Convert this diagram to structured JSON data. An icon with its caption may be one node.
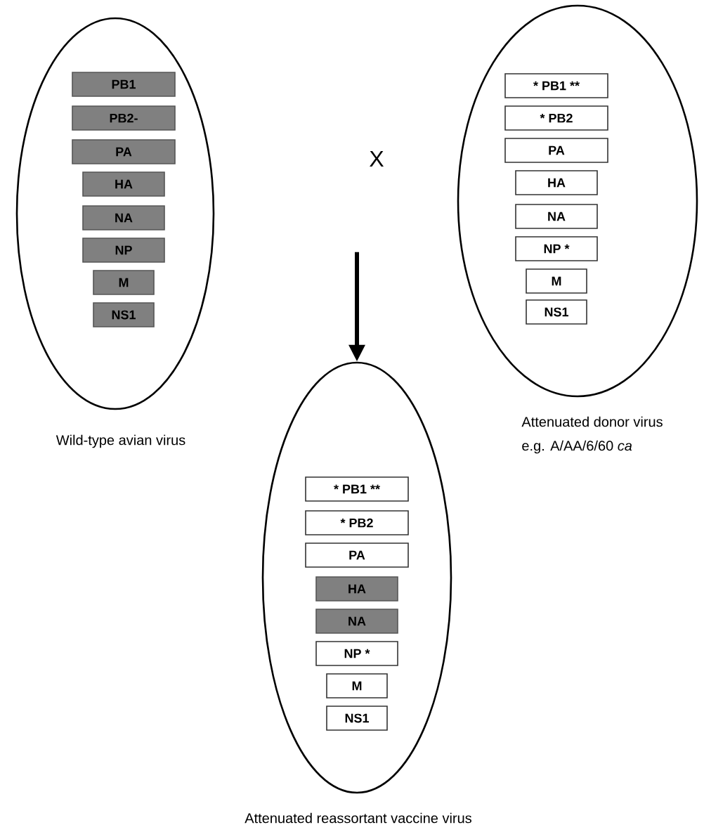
{
  "diagram": {
    "nodes": [
      {
        "text": [],
        "shape": "ellipse",
        "beside": [
          "Wild-type avian virus"
        ]
      },
      {
        "text": [
          "PB1"
        ],
        "in": 0
      },
      {
        "text": [
          "PB2-"
        ],
        "in": 0
      },
      {
        "text": [
          "PA"
        ],
        "in": 0
      },
      {
        "text": [
          "HA"
        ],
        "in": 0
      },
      {
        "text": [
          "NA"
        ],
        "in": 0
      },
      {
        "text": [
          "NP"
        ],
        "in": 0
      },
      {
        "text": [
          "M"
        ],
        "in": 0
      },
      {
        "text": [
          "NS1"
        ],
        "in": 0
      },
      {
        "text": [],
        "shape": "ellipse",
        "beside": [
          "Attenuated donor virus",
          "e.g. A/AA/6/60 *ca*"
        ]
      },
      {
        "text": [
          "* PB1 **"
        ],
        "in": 9
      },
      {
        "text": [
          "* PB2"
        ],
        "in": 9
      },
      {
        "text": [
          "PA"
        ],
        "in": 9
      },
      {
        "text": [
          "HA"
        ],
        "in": 9
      },
      {
        "text": [
          "NA"
        ],
        "in": 9
      },
      {
        "text": [
          "NP *"
        ],
        "in": 9
      },
      {
        "text": [
          "M"
        ],
        "in": 9
      },
      {
        "text": [
          "NS1"
        ],
        "in": 9
      },
      {
        "text": [],
        "shape": "ellipse",
        "beside": [
          "Attenuated reassortant vaccine virus"
        ]
      },
      {
        "text": [
          "* PB1 **"
        ],
        "in": 18
      },
      {
        "text": [
          "* PB2"
        ],
        "in": 18
      },
      {
        "text": [
          "PA"
        ],
        "in": 18
      },
      {
        "text": [
          "HA"
        ],
        "in": 18
      },
      {
        "text": [
          "NA"
        ],
        "in": 18
      },
      {
        "text": [
          "NP *"
        ],
        "in": 18
      },
      {
        "text": [
          "M"
        ],
        "in": 18
      },
      {
        "text": [
          "NS1"
        ],
        "in": 18
      }
    ],
    "edges": [
      {
        "from": null,
        "to": 18,
        "arrow": "to"
      }
    ],
    "labels": [
      "X"
    ]
  }
}
